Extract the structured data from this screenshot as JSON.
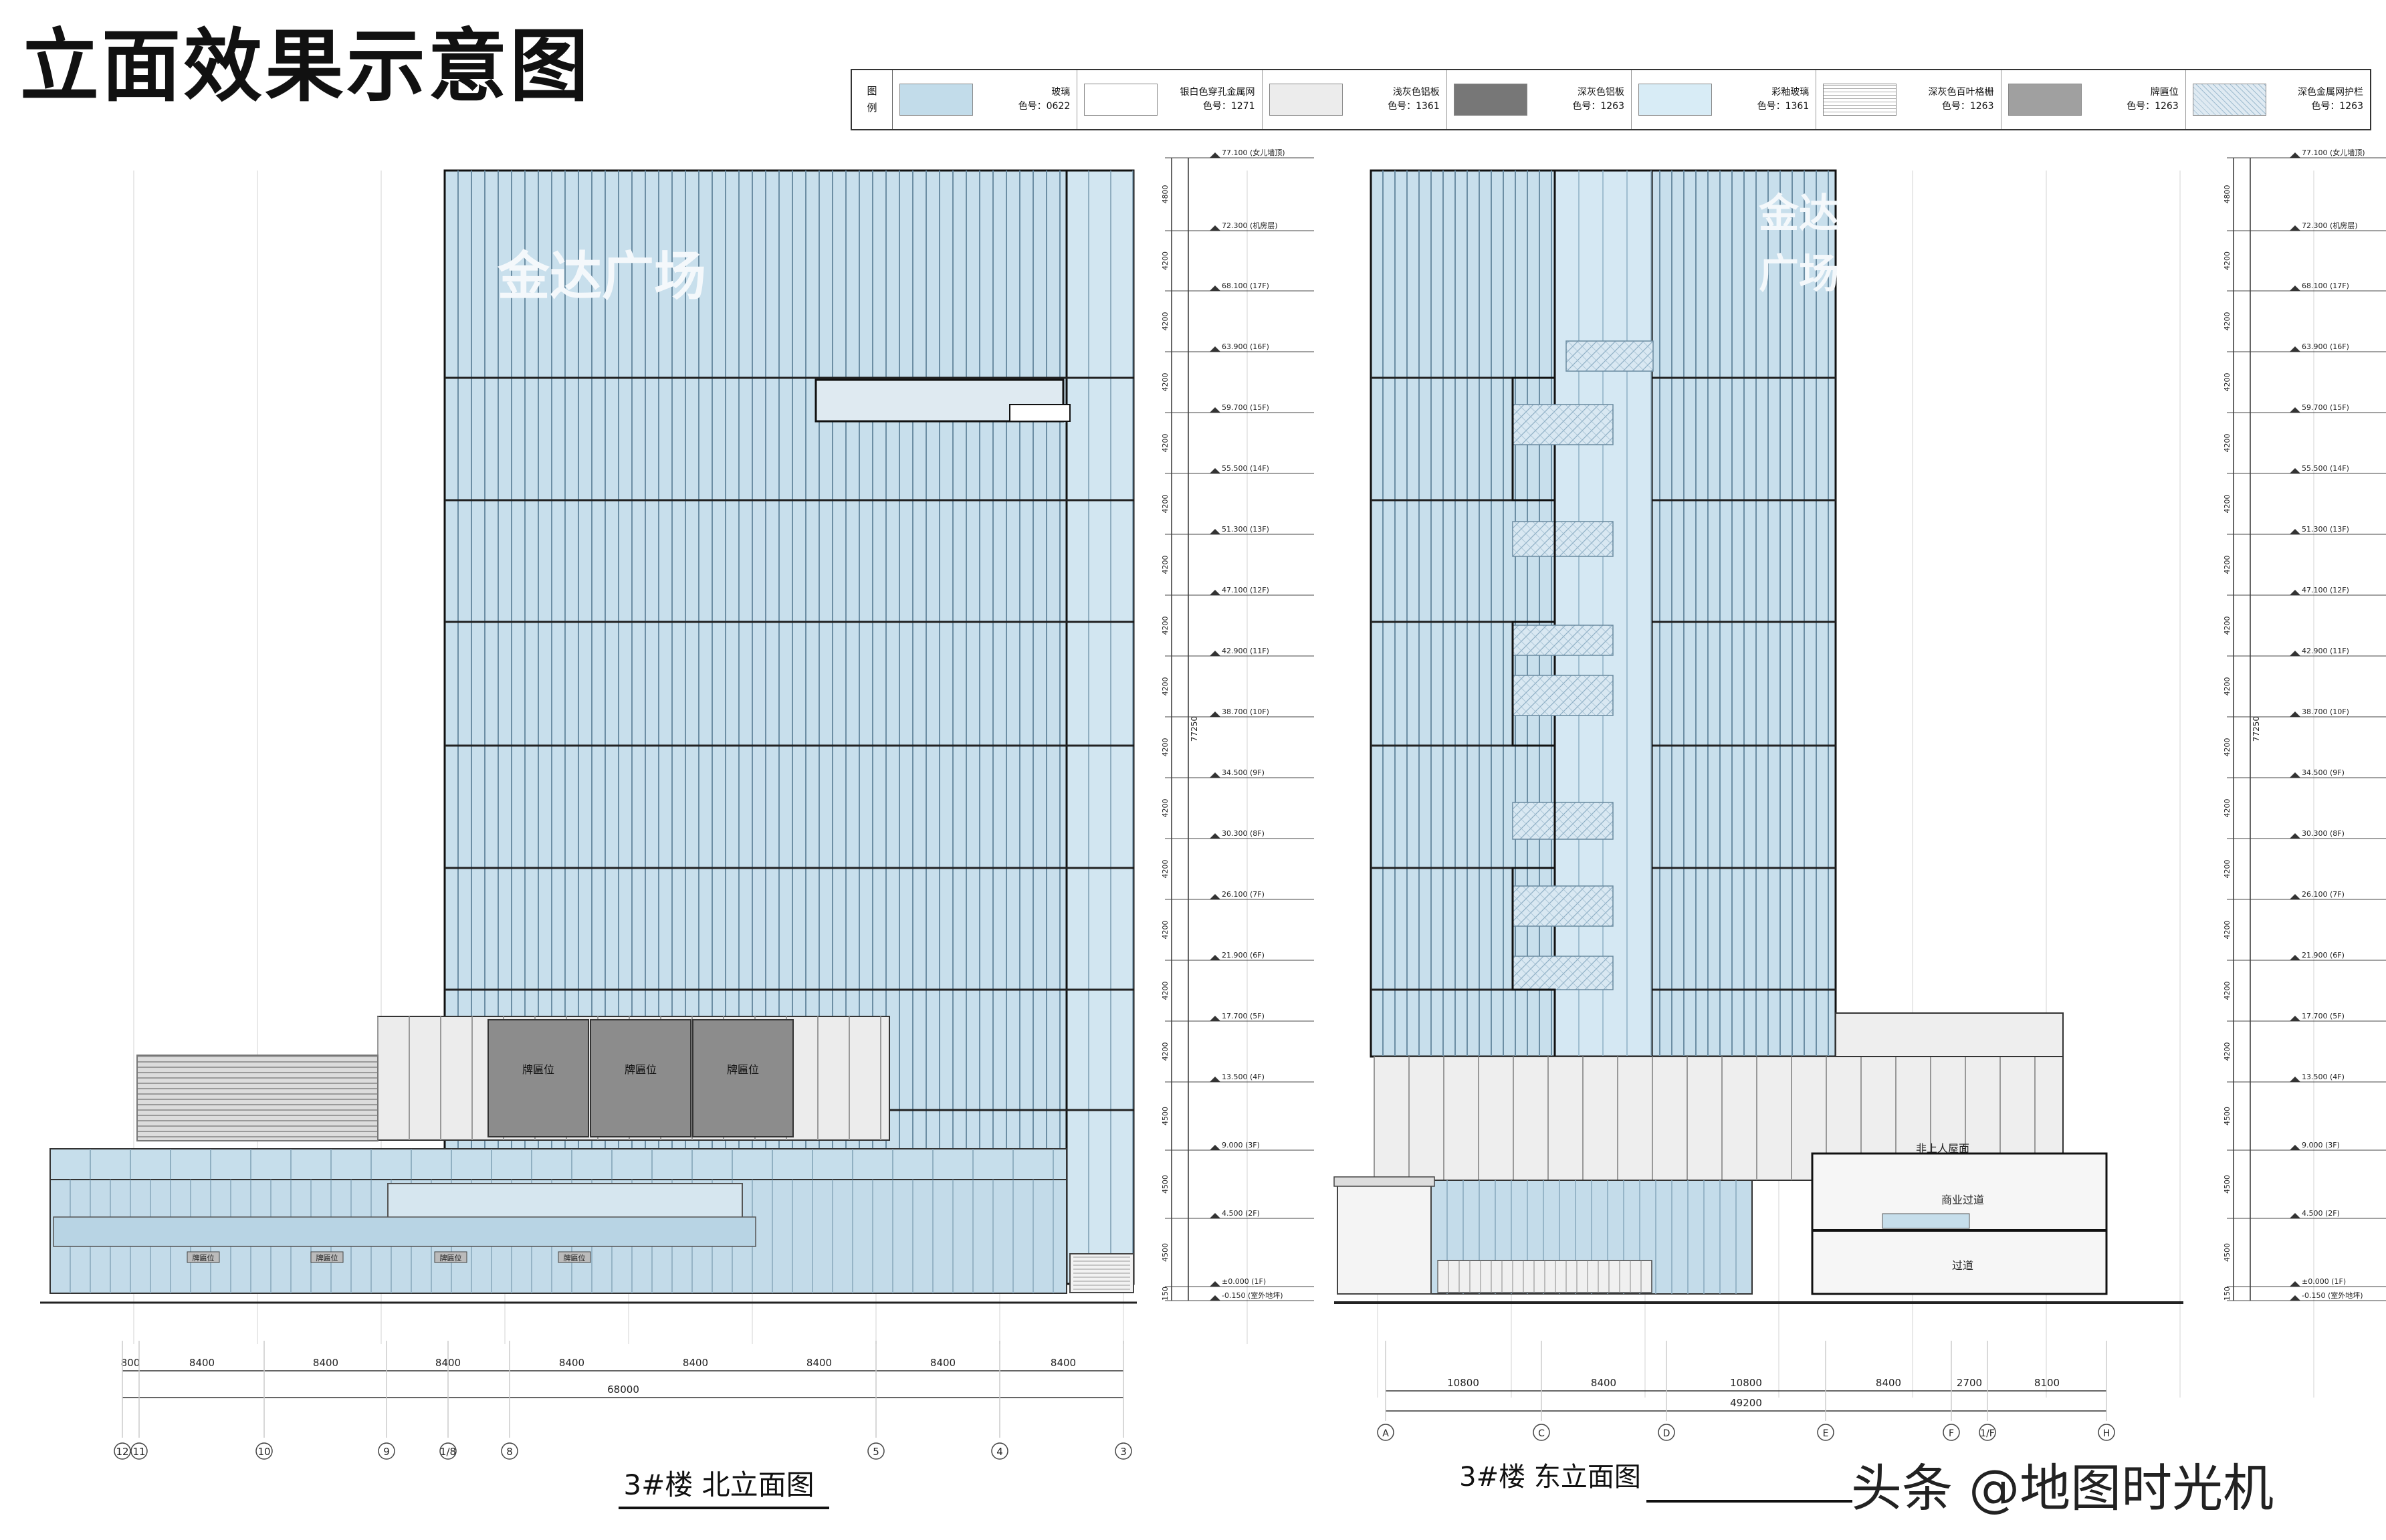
{
  "page_title": "立面效果示意图",
  "legend": {
    "header": [
      "图",
      "例"
    ],
    "items": [
      {
        "name": "玻璃",
        "code": "色号：0622",
        "color": "#c2dcea",
        "pattern": "none"
      },
      {
        "name": "银白色穿孔金属网",
        "code": "色号：1271",
        "color": "#ffffff",
        "pattern": "none"
      },
      {
        "name": "浅灰色铝板",
        "code": "色号：1361",
        "color": "#ececec",
        "pattern": "none"
      },
      {
        "name": "深灰色铝板",
        "code": "色号：1263",
        "color": "#777777",
        "pattern": "none"
      },
      {
        "name": "彩釉玻璃",
        "code": "色号：1361",
        "color": "#d8ecf6",
        "pattern": "none"
      },
      {
        "name": "深灰色百叶格栅",
        "code": "色号：1263",
        "color": "#ffffff",
        "pattern": "hlines"
      },
      {
        "name": "牌匾位",
        "code": "色号：1263",
        "color": "#a0a0a0",
        "pattern": "none"
      },
      {
        "name": "深色金属网护栏",
        "code": "色号：1263",
        "color": "#dfeaf2",
        "pattern": "mesh"
      }
    ]
  },
  "north": {
    "title": "3#楼  北立面图",
    "sign": "金达广场",
    "dims": [
      "800",
      "8400",
      "8400",
      "8400",
      "8400",
      "8400",
      "8400",
      "8400",
      "8400"
    ],
    "total": "68000",
    "axes": [
      "12",
      "11",
      "10",
      "9",
      "1/8",
      "8",
      "5",
      "4",
      "3"
    ],
    "plaques": [
      "牌匾位",
      "牌匾位",
      "牌匾位"
    ],
    "small_plaques": [
      "牌匾位",
      "牌匾位",
      "牌匾位",
      "牌匾位"
    ]
  },
  "east": {
    "title": "3#楼  东立面图",
    "sign": "金达广场",
    "dims": [
      "10800",
      "8400",
      "10800",
      "8400",
      "2700",
      "8100"
    ],
    "total": "49200",
    "axes": [
      "A",
      "C",
      "D",
      "E",
      "F",
      "1/F",
      "H"
    ],
    "labels": [
      "非上人屋面",
      "商业过道",
      "过道"
    ]
  },
  "levels": [
    {
      "value": "77.100",
      "note": "(女儿墙顶)"
    },
    {
      "value": "72.300",
      "note": "(机房层)"
    },
    {
      "value": "68.100",
      "note": "(17F)"
    },
    {
      "value": "63.900",
      "note": "(16F)"
    },
    {
      "value": "59.700",
      "note": "(15F)"
    },
    {
      "value": "55.500",
      "note": "(14F)"
    },
    {
      "value": "51.300",
      "note": "(13F)"
    },
    {
      "value": "47.100",
      "note": "(12F)"
    },
    {
      "value": "42.900",
      "note": "(11F)"
    },
    {
      "value": "38.700",
      "note": "(10F)"
    },
    {
      "value": "34.500",
      "note": "(9F)"
    },
    {
      "value": "30.300",
      "note": "(8F)"
    },
    {
      "value": "26.100",
      "note": "(7F)"
    },
    {
      "value": "21.900",
      "note": "(6F)"
    },
    {
      "value": "17.700",
      "note": "(5F)"
    },
    {
      "value": "13.500",
      "note": "(4F)"
    },
    {
      "value": "9.000",
      "note": "(3F)"
    },
    {
      "value": "4.500",
      "note": "(2F)"
    },
    {
      "value": "±0.000",
      "note": "(1F)"
    },
    {
      "value": "-0.150",
      "note": "(室外地坪)"
    }
  ],
  "level_spacings": [
    "4800",
    "4200",
    "4200",
    "4200",
    "4200",
    "4200",
    "4200",
    "4200",
    "4200",
    "4200",
    "4200",
    "4200",
    "4200",
    "4200",
    "4200",
    "4500",
    "4500",
    "4500",
    "150"
  ],
  "overall_height": "77250",
  "watermark": "头条 @地图时光机"
}
